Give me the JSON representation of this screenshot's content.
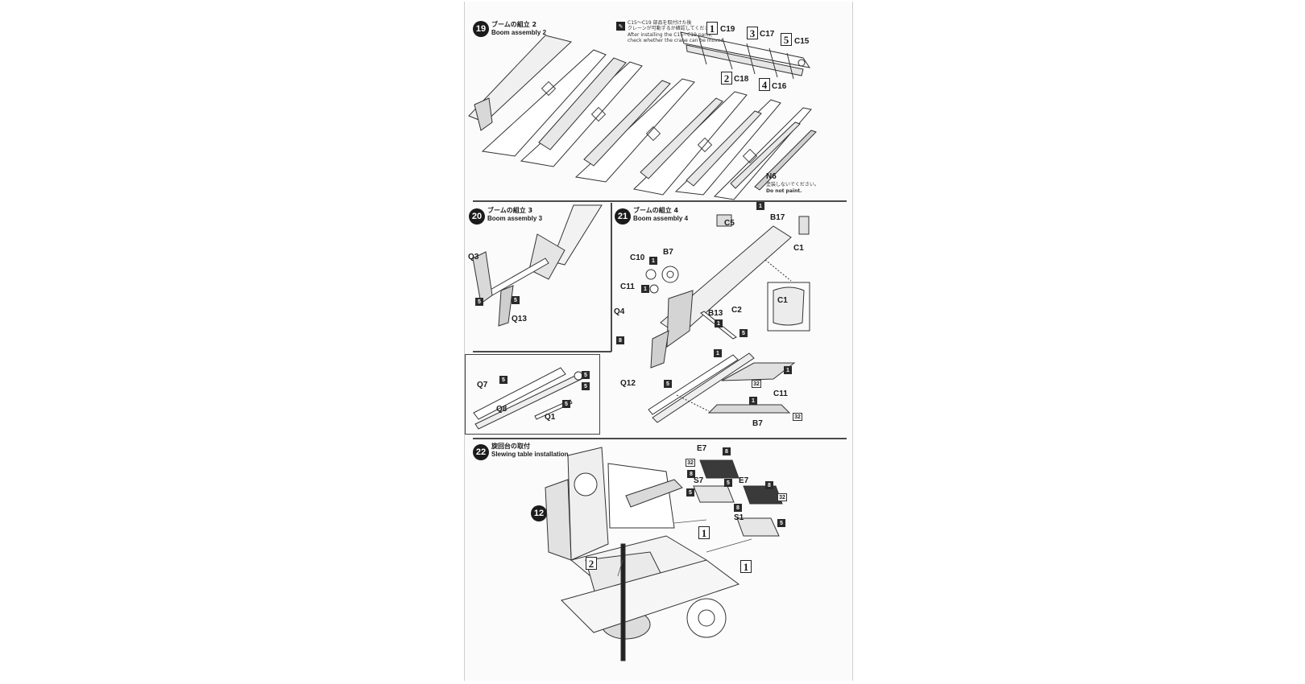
{
  "steps": [
    {
      "num": "19",
      "title_jp": "ブームの組立 2",
      "title_en": "Boom assembly 2"
    },
    {
      "num": "20",
      "title_jp": "ブームの組立 3",
      "title_en": "Boom assembly 3"
    },
    {
      "num": "21",
      "title_jp": "ブームの組立 4",
      "title_en": "Boom assembly 4"
    },
    {
      "num": "22",
      "title_jp": "旋回台の取付",
      "title_en": "Slewing table installation"
    }
  ],
  "step19": {
    "note_jp_line1": "C15～C19 部品を取付けた後",
    "note_jp_line2": "クレーンが可動するか確認してください。",
    "note_en_line1": "After installing the C15~C19 parts,",
    "note_en_line2": "check whether the crane can be moved.",
    "sequence": [
      {
        "n": "1",
        "part": "C19"
      },
      {
        "n": "2",
        "part": "C18"
      },
      {
        "n": "3",
        "part": "C17"
      },
      {
        "n": "4",
        "part": "C16"
      },
      {
        "n": "5",
        "part": "C15"
      }
    ],
    "n6_label": "N6",
    "n6_note_jp": "塗装しないでください。",
    "n6_note_en": "Do not paint."
  },
  "step20": {
    "parts": [
      "Q3",
      "Q13"
    ],
    "color_codes": [
      "5",
      "5"
    ]
  },
  "step21": {
    "parts": [
      "C5",
      "B17",
      "C1",
      "C10",
      "B7",
      "C11",
      "Q4",
      "B13",
      "C2",
      "Q12",
      "C1"
    ],
    "color_codes": [
      "1",
      "1",
      "1",
      "1",
      "5",
      "1",
      "8",
      "5"
    ],
    "detail_c11": {
      "label": "C11",
      "codes": [
        "1",
        "32"
      ]
    },
    "detail_b7": {
      "label": "B7",
      "codes": [
        "1",
        "32"
      ]
    }
  },
  "step20b": {
    "parts": [
      "Q7",
      "Q8",
      "Q1"
    ],
    "color_codes": [
      "5",
      "5",
      "5",
      "5"
    ]
  },
  "step22": {
    "ref_step": "12",
    "parts": [
      "E7",
      "S7",
      "E7",
      "S1"
    ],
    "color_codes": [
      "8",
      "32",
      "8",
      "5",
      "5",
      "8",
      "32",
      "8",
      "5"
    ],
    "sequence": [
      "1",
      "2",
      "1"
    ]
  },
  "colors": {
    "ink": "#1c1c1c",
    "paper": "#fbfbfb",
    "rule": "#4a4a4a"
  }
}
